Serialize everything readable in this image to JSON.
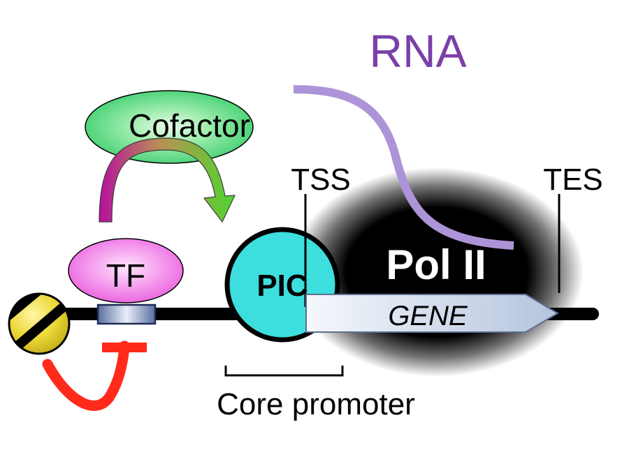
{
  "labels": {
    "rna": "RNA",
    "cofactor": "Cofactor",
    "tss": "TSS",
    "tes": "TES",
    "tf": "TF",
    "pic": "PIC",
    "pol_ii": "Pol II",
    "gene": "GENE",
    "core_promoter": "Core promoter"
  },
  "colors": {
    "rna_text": "#7a3fa8",
    "rna_strand": "#ad94d8",
    "cofactor_fill": "#5fd87f",
    "tf_fill": "#f07ae8",
    "pic_fill": "#3ddedd",
    "nucleosome_fill": "#e8d83a",
    "repression_mark": "#ff2a1a",
    "gene_arrow_fill": "#dfe8f4",
    "dna_line": "#000000"
  },
  "icons": {
    "nucleosome": "striped-nucleosome",
    "activation_arrow": "curved-gradient-arrow",
    "repression": "t-bar-inhibition-mark"
  }
}
